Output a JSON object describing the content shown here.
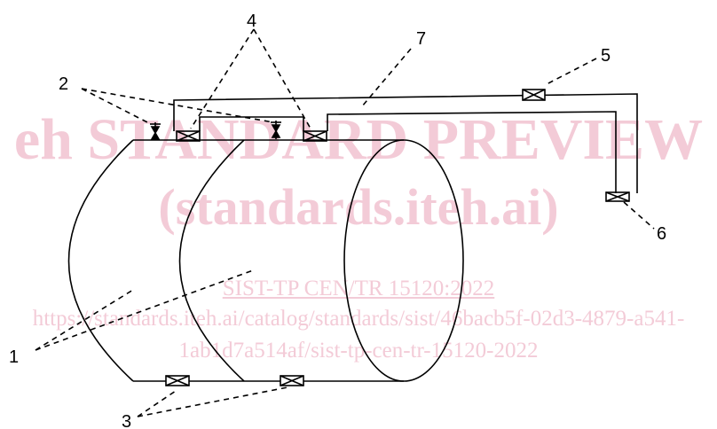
{
  "watermark": {
    "line1": "eh STANDARD PREVIEW",
    "line2": "(standards.iteh.ai)",
    "line3": "SIST-TP CEN/TR 15120:2022",
    "line4": "https://standards.iteh.ai/catalog/standards/sist/46bacb5f-02d3-4879-a541-",
    "line5": "1ab1d7a514af/sist-tp-cen-tr-15120-2022"
  },
  "labels": {
    "l1": "1",
    "l2": "2",
    "l3": "3",
    "l4": "4",
    "l5": "5",
    "l6": "6",
    "l7": "7"
  }
}
